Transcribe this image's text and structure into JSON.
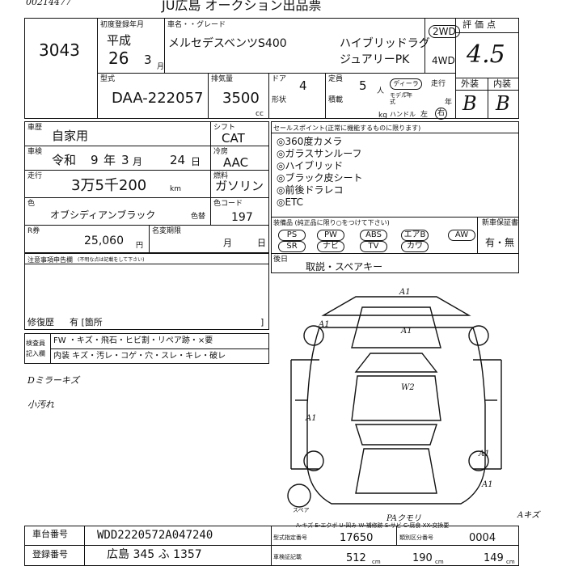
{
  "header": {
    "serial": "00214477",
    "title": "JU広島 オークション出品票"
  },
  "lot": {
    "number": "3043"
  },
  "first_reg": {
    "label": "初度登録年月",
    "era": "平成",
    "year": "26",
    "month": "3",
    "month_unit": "月"
  },
  "vehicle": {
    "make_label": "車名・・グレード",
    "make": "メルセデスベンツS400",
    "grade_line1": "ハイブリッドラグ",
    "grade_line2": "ジュアリーPK",
    "drive_2wd": "2WD",
    "drive_4wd": "4WD"
  },
  "score": {
    "label": "評価点",
    "value": "4.5",
    "exterior_label": "外装",
    "interior_label": "内装",
    "exterior": "B",
    "interior": "B"
  },
  "model": {
    "label": "型式",
    "value": "DAA-222057"
  },
  "displacement": {
    "label": "排気量",
    "value": "3500",
    "unit": "cc"
  },
  "doors": {
    "label": "ドア",
    "value": "4"
  },
  "capacity": {
    "label": "定員",
    "value": "5",
    "unit": "人"
  },
  "shape": {
    "label": "形状"
  },
  "load": {
    "label": "積載",
    "unit": "kg"
  },
  "dealer": {
    "label": "ディーラー",
    "suffix": "走行"
  },
  "model_year": {
    "label": "モデル年式",
    "unit": "年"
  },
  "handle": {
    "label": "ハンドル",
    "left": "左",
    "right": "右"
  },
  "history": {
    "label": "車歴",
    "value": "自家用"
  },
  "inspection": {
    "label": "車検",
    "era": "令和",
    "year": "9",
    "year_unit": "年",
    "month": "3",
    "month_unit": "月",
    "day": "24",
    "day_unit": "日"
  },
  "mileage": {
    "label": "走行",
    "value": "3万5千200",
    "unit": "km"
  },
  "shift": {
    "label": "シフト",
    "value": "CAT"
  },
  "aircon": {
    "label": "冷房",
    "value": "AAC"
  },
  "fuel": {
    "label": "燃料",
    "value": "ガソリン"
  },
  "color": {
    "label": "色",
    "value": "オブシディアンブラック",
    "repaint_label": "色替"
  },
  "color_code": {
    "label": "色コード",
    "value": "197"
  },
  "recycle": {
    "label": "R券",
    "value": "25,060",
    "unit": "円"
  },
  "name_change": {
    "label": "名変期限",
    "month_unit": "月",
    "day_unit": "日"
  },
  "sales_points": {
    "label": "セールスポイント(正常に機能するものに限ります)",
    "items": [
      "◎360度カメラ",
      "◎ガラスサンルーフ",
      "◎ハイブリッド",
      "◎ブラック皮シート",
      "◎前後ドラレコ",
      "◎ETC"
    ]
  },
  "equipment": {
    "label": "装備品 (純正品に限り○をつけて下さい)",
    "items": [
      "PS",
      "PW",
      "ABS",
      "エアB",
      "AW",
      "SR",
      "ナビ",
      "TV",
      "カワ"
    ]
  },
  "new_warranty": {
    "label": "新車保証書",
    "value": "有・無"
  },
  "notes": {
    "label": "後日",
    "value": "取説・スペアキー"
  },
  "notice": {
    "label": "注意事項申告欄",
    "sub": "(不明な点は記載をして下さい)"
  },
  "repair": {
    "label": "修復歴",
    "value": "有 [箇所",
    "end": "]"
  },
  "inspector": {
    "label1": "検査員",
    "label2": "記入欄",
    "row1": "FW ・キズ・飛石・ヒビ割・リペア跡・×要",
    "row2": "内装 キズ・汚レ・コゲ・穴・スレ・キレ・破レ"
  },
  "handwritten_notes": [
    "Dミラーキズ",
    "小汚れ"
  ],
  "damage_marks": [
    "A1",
    "A1",
    "A1",
    "W2",
    "A1",
    "A1",
    "A1",
    "PAクモリ",
    "Aキズ"
  ],
  "legend": "A-キズ E-エクボ U-凹み W-補修跡 S-サビ C-腐食 XX-交換要",
  "spare_label": "スペア",
  "chassis": {
    "label": "車台番号",
    "value": "WDD2220572A047240"
  },
  "registration": {
    "label": "登録番号",
    "value": "広島 345 ふ 1357"
  },
  "bottom": {
    "a_label": "型式指定番号",
    "a_value": "17650",
    "b_label": "類別区分番号",
    "b_value": "0004",
    "length_label": "車検証記載",
    "length_value": "512",
    "width_value": "190",
    "height_value": "149",
    "unit": "cm"
  }
}
